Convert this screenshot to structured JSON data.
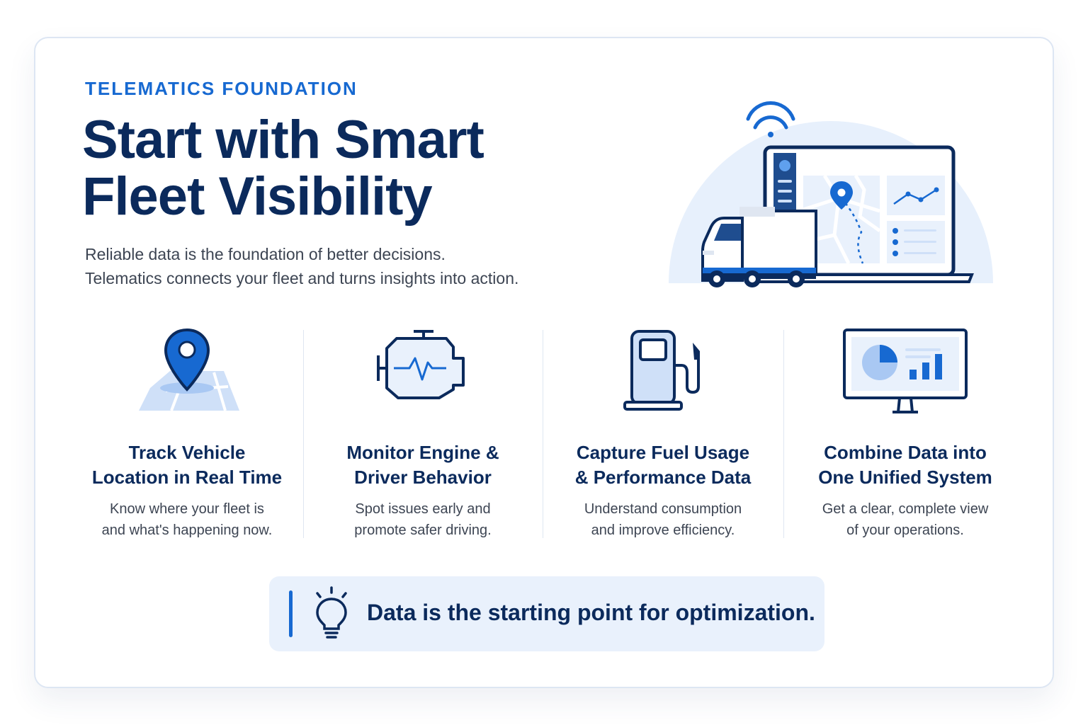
{
  "header": {
    "eyebrow": "TELEMATICS FOUNDATION",
    "title_line1": "Start with Smart",
    "title_line2": "Fleet Visibility",
    "intro_line1": "Reliable data is the foundation of better decisions.",
    "intro_line2": "Telematics connects your fleet and turns insights into action."
  },
  "hero": {
    "icons": [
      "wifi-signal-icon",
      "laptop-dashboard-icon",
      "map-pin-icon",
      "delivery-truck-icon"
    ]
  },
  "features": [
    {
      "icon": "map-location-pin-icon",
      "heading_line1": "Track Vehicle",
      "heading_line2": "Location in Real Time",
      "desc_line1": "Know where your fleet is",
      "desc_line2": "and what's happening now."
    },
    {
      "icon": "engine-pulse-icon",
      "heading_line1": "Monitor Engine &",
      "heading_line2": "Driver Behavior",
      "desc_line1": "Spot issues early and",
      "desc_line2": "promote safer driving."
    },
    {
      "icon": "fuel-pump-icon",
      "heading_line1": "Capture Fuel Usage",
      "heading_line2": "& Performance Data",
      "desc_line1": "Understand consumption",
      "desc_line2": "and improve efficiency."
    },
    {
      "icon": "monitor-analytics-icon",
      "heading_line1": "Combine Data into",
      "heading_line2": "One Unified System",
      "desc_line1": "Get a clear, complete view",
      "desc_line2": "of your operations."
    }
  ],
  "tip": {
    "icon": "lightbulb-icon",
    "text": "Data is the starting point for optimization."
  },
  "colors": {
    "navy": "#0b2a5c",
    "accent": "#1769d1",
    "light_blue": "#cfe0f8",
    "tip_background": "#e9f1fc"
  }
}
